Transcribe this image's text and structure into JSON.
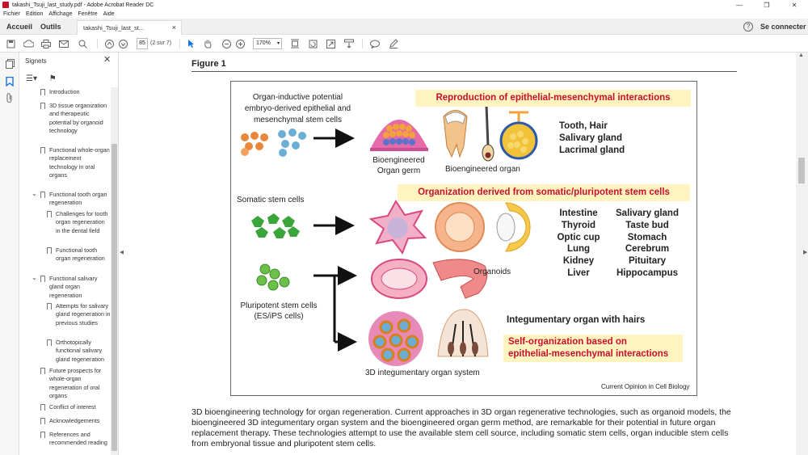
{
  "window": {
    "title": "takashi_Tsuji_last_study.pdf - Adobe Acrobat Reader DC"
  },
  "menu": [
    "Fichier",
    "Edition",
    "Affichage",
    "Fenêtre",
    "Aide"
  ],
  "tabs": {
    "home": "Accueil",
    "tools": "Outils",
    "doc": "takashi_Tsuji_last_st...",
    "connect": "Se connecter"
  },
  "toolbar": {
    "page": "85",
    "page_total": "(2 sur 7)",
    "zoom": "170%"
  },
  "sidebar": {
    "title": "Signets",
    "items": [
      {
        "label": "Introduction"
      },
      {
        "label": "3D tissue organization and therapeutic potential by organoid technology"
      },
      {
        "label": "Functional whole-organ replacement technology in oral organs"
      },
      {
        "label": "Functional tooth organ regeneration"
      },
      {
        "label": "Challenges for tooth organ regeneration in the dental field"
      },
      {
        "label": "Functional tooth organ regeneration"
      },
      {
        "label": "Functional salivary gland organ regeneration"
      },
      {
        "label": "Attempts for salivary gland regeneration in previous studies"
      },
      {
        "label": "Orthotopically functional salivary gland regeneration"
      },
      {
        "label": "Future prospects for whole-organ regeneration of oral organs"
      },
      {
        "label": "Conflict of interest"
      },
      {
        "label": "Acknowledgements"
      },
      {
        "label": "References and recommended reading"
      }
    ]
  },
  "figure": {
    "label": "Figure 1",
    "source": "Current Opinion in Cell Biology",
    "t1": "Organ-inductive potential",
    "t2": "embryo-derived epithelial and",
    "t3": "mesenchymal stem cells",
    "germ1": "Bioengineered",
    "germ2": "Organ germ",
    "organ": "Bioengineered organ",
    "h1": "Reproduction of epithelial-mesenchymal interactions",
    "o1": "Tooth, Hair",
    "o2": "Salivary gland",
    "o3": "Lacrimal gland",
    "h2": "Organization derived from somatic/pluripotent stem cells",
    "somatic": "Somatic stem cells",
    "plurip1": "Pluripotent stem cells",
    "plurip2": "(ES/iPS cells)",
    "organoids": "Organoids",
    "c1": [
      "Intestine",
      "Thyroid",
      "Optic cup",
      "Lung",
      "Kidney",
      "Liver"
    ],
    "c2": [
      "Salivary gland",
      "Taste bud",
      "Stomach",
      "Cerebrum",
      "Pituitary",
      "Hippocampus"
    ],
    "integ": "Integumentary organ with hairs",
    "h3a": "Self-organization based on",
    "h3b": "epithelial-mesenchymal interactions",
    "system": "3D integumentary organ system"
  },
  "caption": "3D bioengineering technology for organ regeneration. Current approaches in 3D organ regenerative technologies, such as organoid models, the bioengineered 3D integumentary organ system and the bioengineered organ germ method, are remarkable for their potential in future organ replacement therapy. These technologies attempt to use the available stem cell source, including somatic stem cells, organ inducible stem cells from embryonal tissue and pluripotent stem cells."
}
